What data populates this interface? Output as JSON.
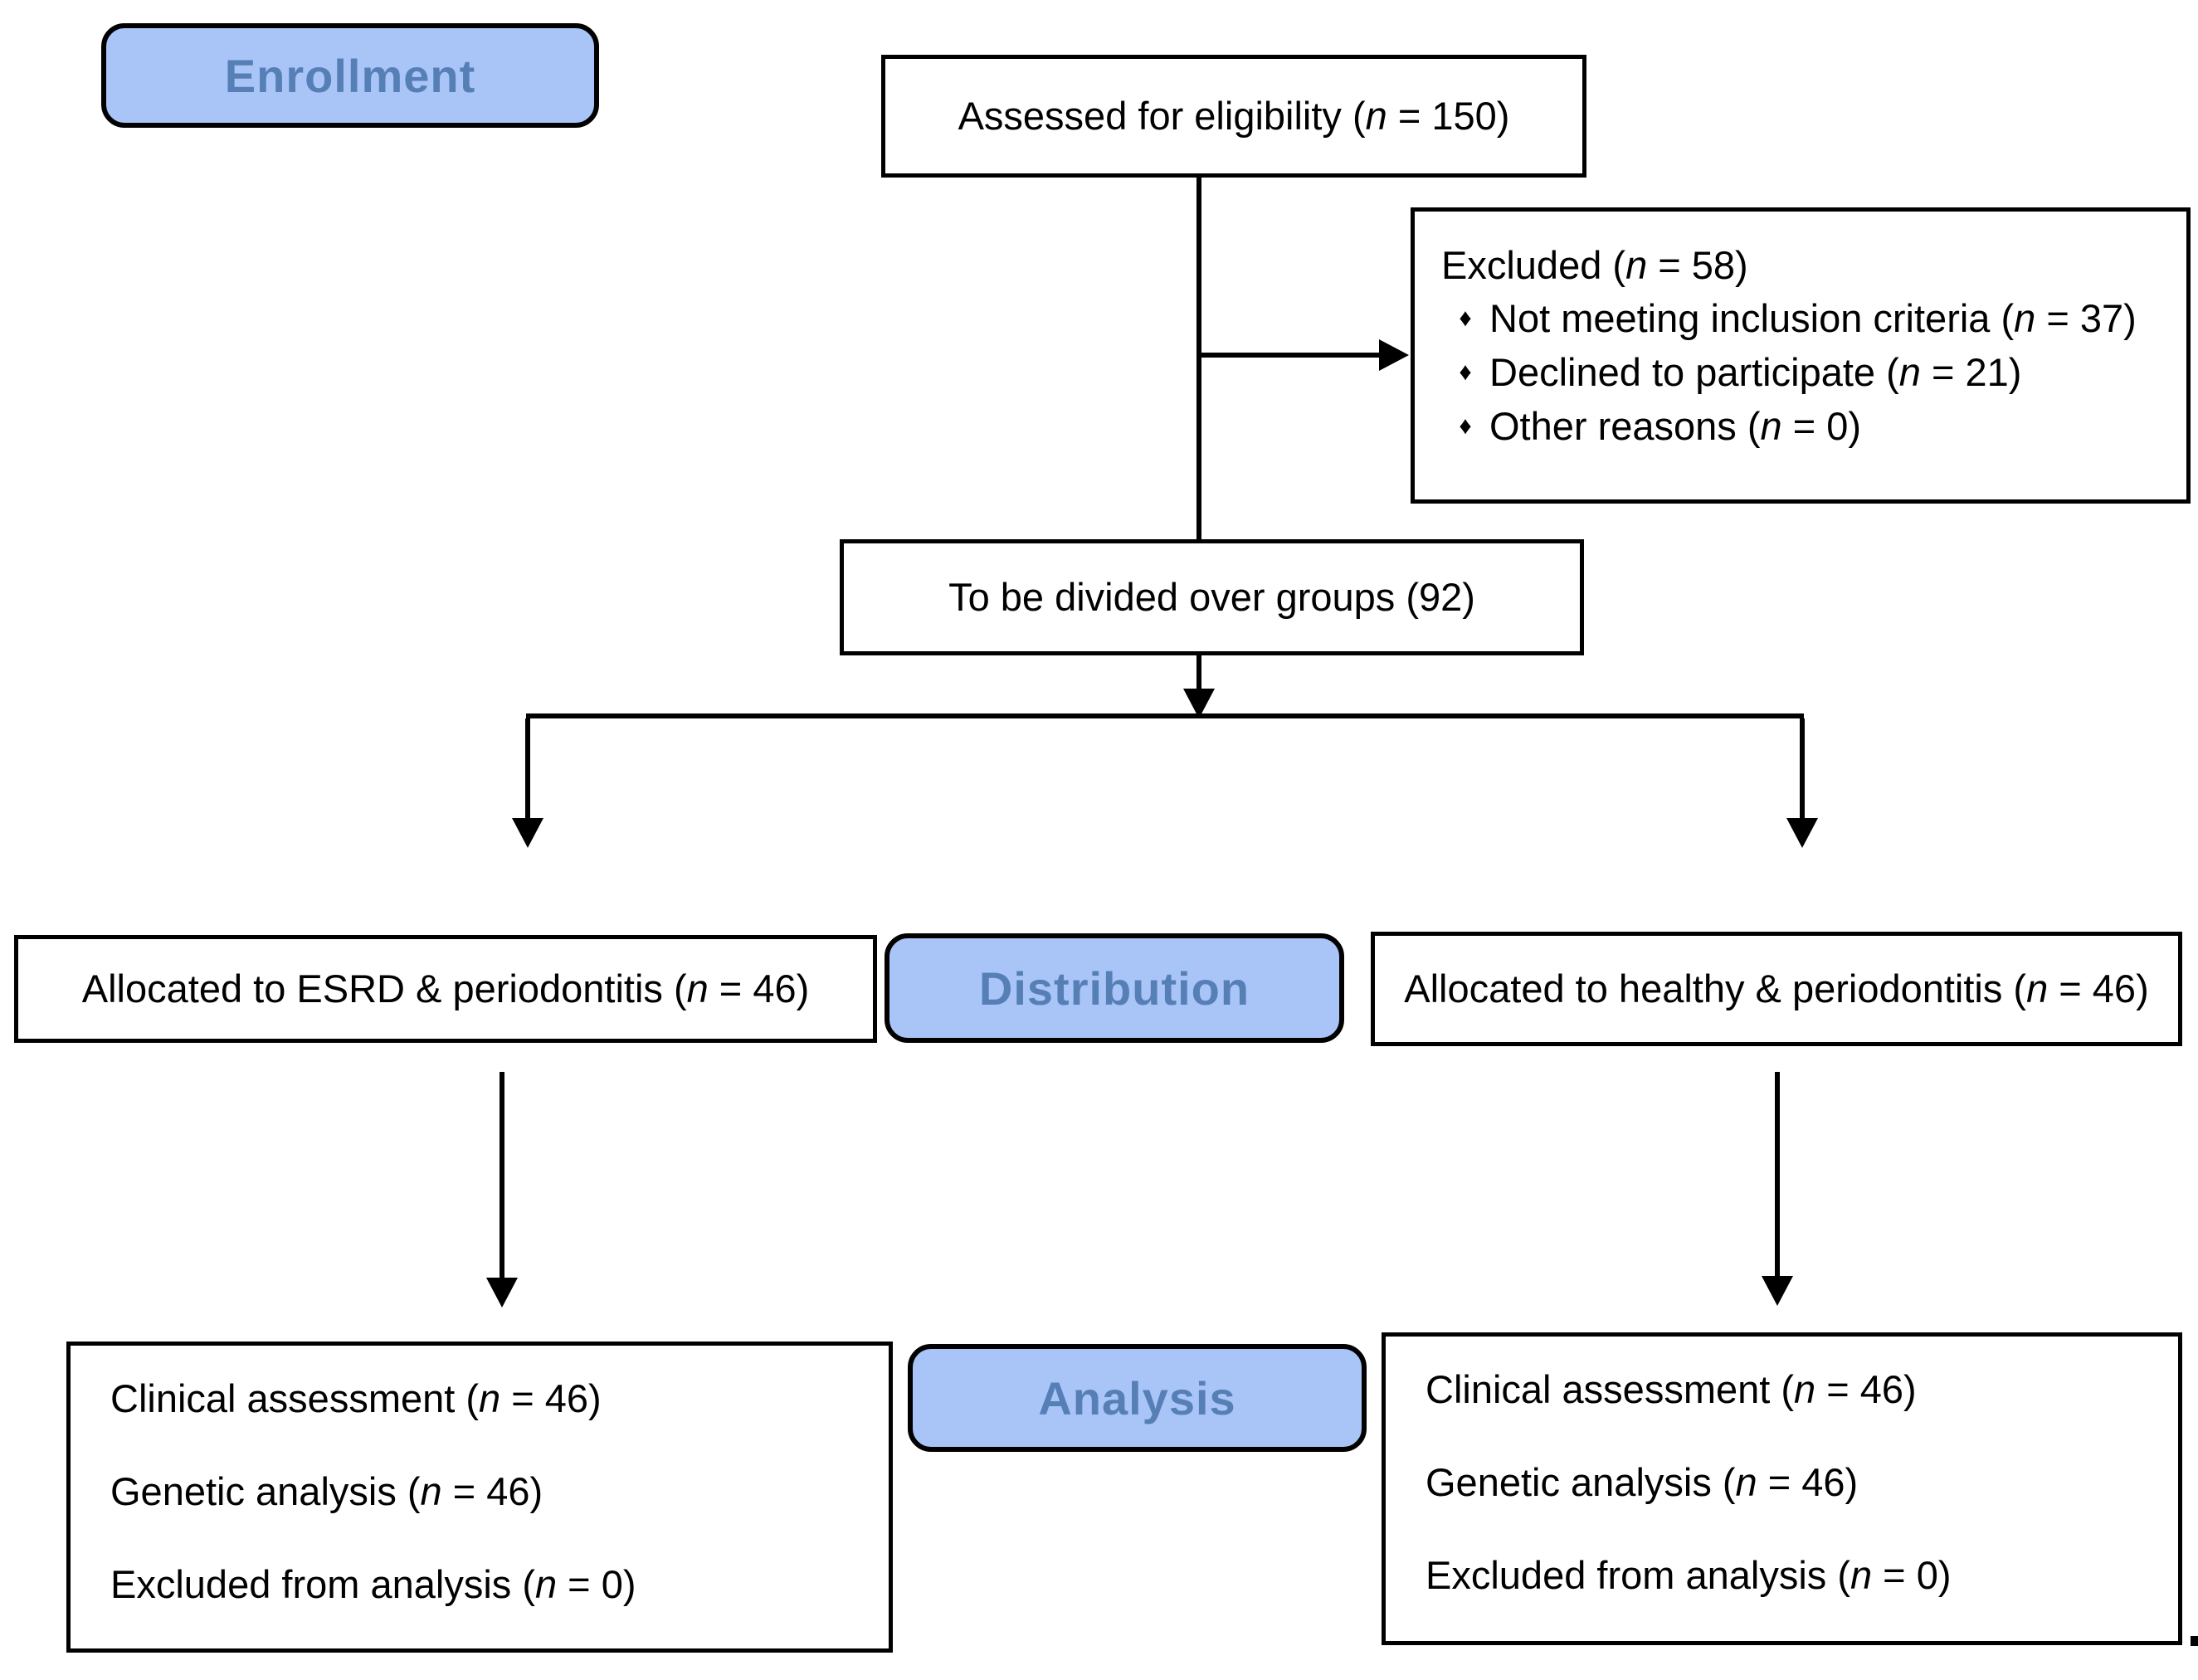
{
  "palette": {
    "stage_label_fill": "#a9c5f8",
    "stage_label_text": "#567fb6",
    "box_border": "#000000",
    "box_fill": "#ffffff",
    "body_text": "#000000"
  },
  "stages": {
    "enrollment": "Enrollment",
    "distribution": "Distribution",
    "analysis": "Analysis"
  },
  "boxes": {
    "assessed": "Assessed for eligibility (*n* = 150)",
    "excluded": {
      "title": "Excluded (*n* = 58)",
      "bullet_glyph": "♦",
      "items": [
        "Not meeting inclusion criteria (*n* = 37)",
        "Declined to participate (*n* = 21)",
        "Other reasons (*n* = 0)"
      ]
    },
    "divided": "To be divided over groups (92)",
    "allocated_left": "Allocated to ESRD & periodontitis (*n* = 46)",
    "allocated_right": "Allocated to healthy & periodontitis (*n* = 46)",
    "analysis_left": {
      "lines": [
        "Clinical assessment (*n* = 46)",
        "Genetic analysis (*n* = 46)",
        "Excluded from analysis (*n* = 0)"
      ]
    },
    "analysis_right": {
      "lines": [
        "Clinical assessment (*n* = 46)",
        "Genetic analysis (*n* = 46)",
        "Excluded from analysis (*n* = 0)"
      ]
    }
  }
}
